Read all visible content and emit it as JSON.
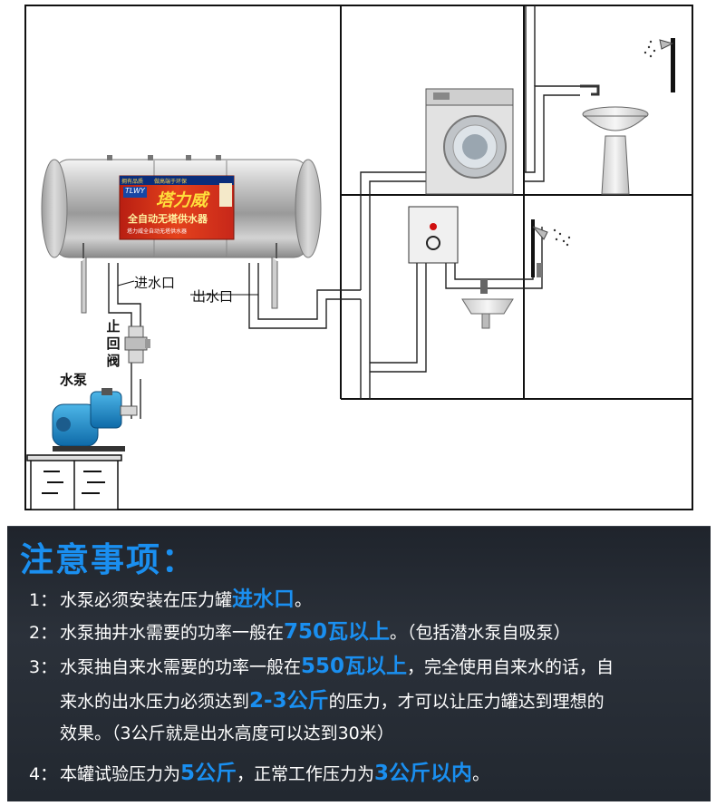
{
  "tank": {
    "brand_tag": "TLWY",
    "brand_sub": "塔力威",
    "brand_name": "塔力威",
    "slogan_left": "拥有品质",
    "slogan_right": "做高端于环保",
    "product_line": "全自动无塔供水器",
    "small_text": "塔力威全自动无塔供水器"
  },
  "labels": {
    "inlet": "进水口",
    "outlet": "出水口",
    "check_valve": "止回阀",
    "pump": "水泵"
  },
  "notes": {
    "title": "注意事项：",
    "items": [
      {
        "num": "1：",
        "pre": "水泵必须安装在压力罐",
        "hl": "进水口",
        "post": "。"
      },
      {
        "num": "2：",
        "pre": "水泵抽井水需要的功率一般在",
        "hl": "750瓦以上",
        "post": "。（包括潜水泵自吸泵）"
      },
      {
        "num": "3：",
        "pre": "水泵抽自来水需要的功率一般在",
        "hl": "550瓦以上",
        "post": "，完全使用自来水的话，自"
      },
      {
        "num": "",
        "pre": "来水的出水压力必须达到",
        "hl": "2-3公斤",
        "post": "的压力，才可以让压力罐达到理想的"
      },
      {
        "num": "",
        "pre": "效果。（3公斤就是出水高度可以达到30米）",
        "hl": "",
        "post": ""
      },
      {
        "num": "4：",
        "pre": "本罐试验压力为",
        "hl": "5公斤",
        "post": "，正常工作压力为",
        "hl2": "3公斤以内",
        "post2": "。"
      }
    ]
  },
  "colors": {
    "accent": "#1a8ff0",
    "panel_bg": "#262b33",
    "tank_label_red": "#d8331f",
    "tank_label_yellow": "#f5c400"
  }
}
